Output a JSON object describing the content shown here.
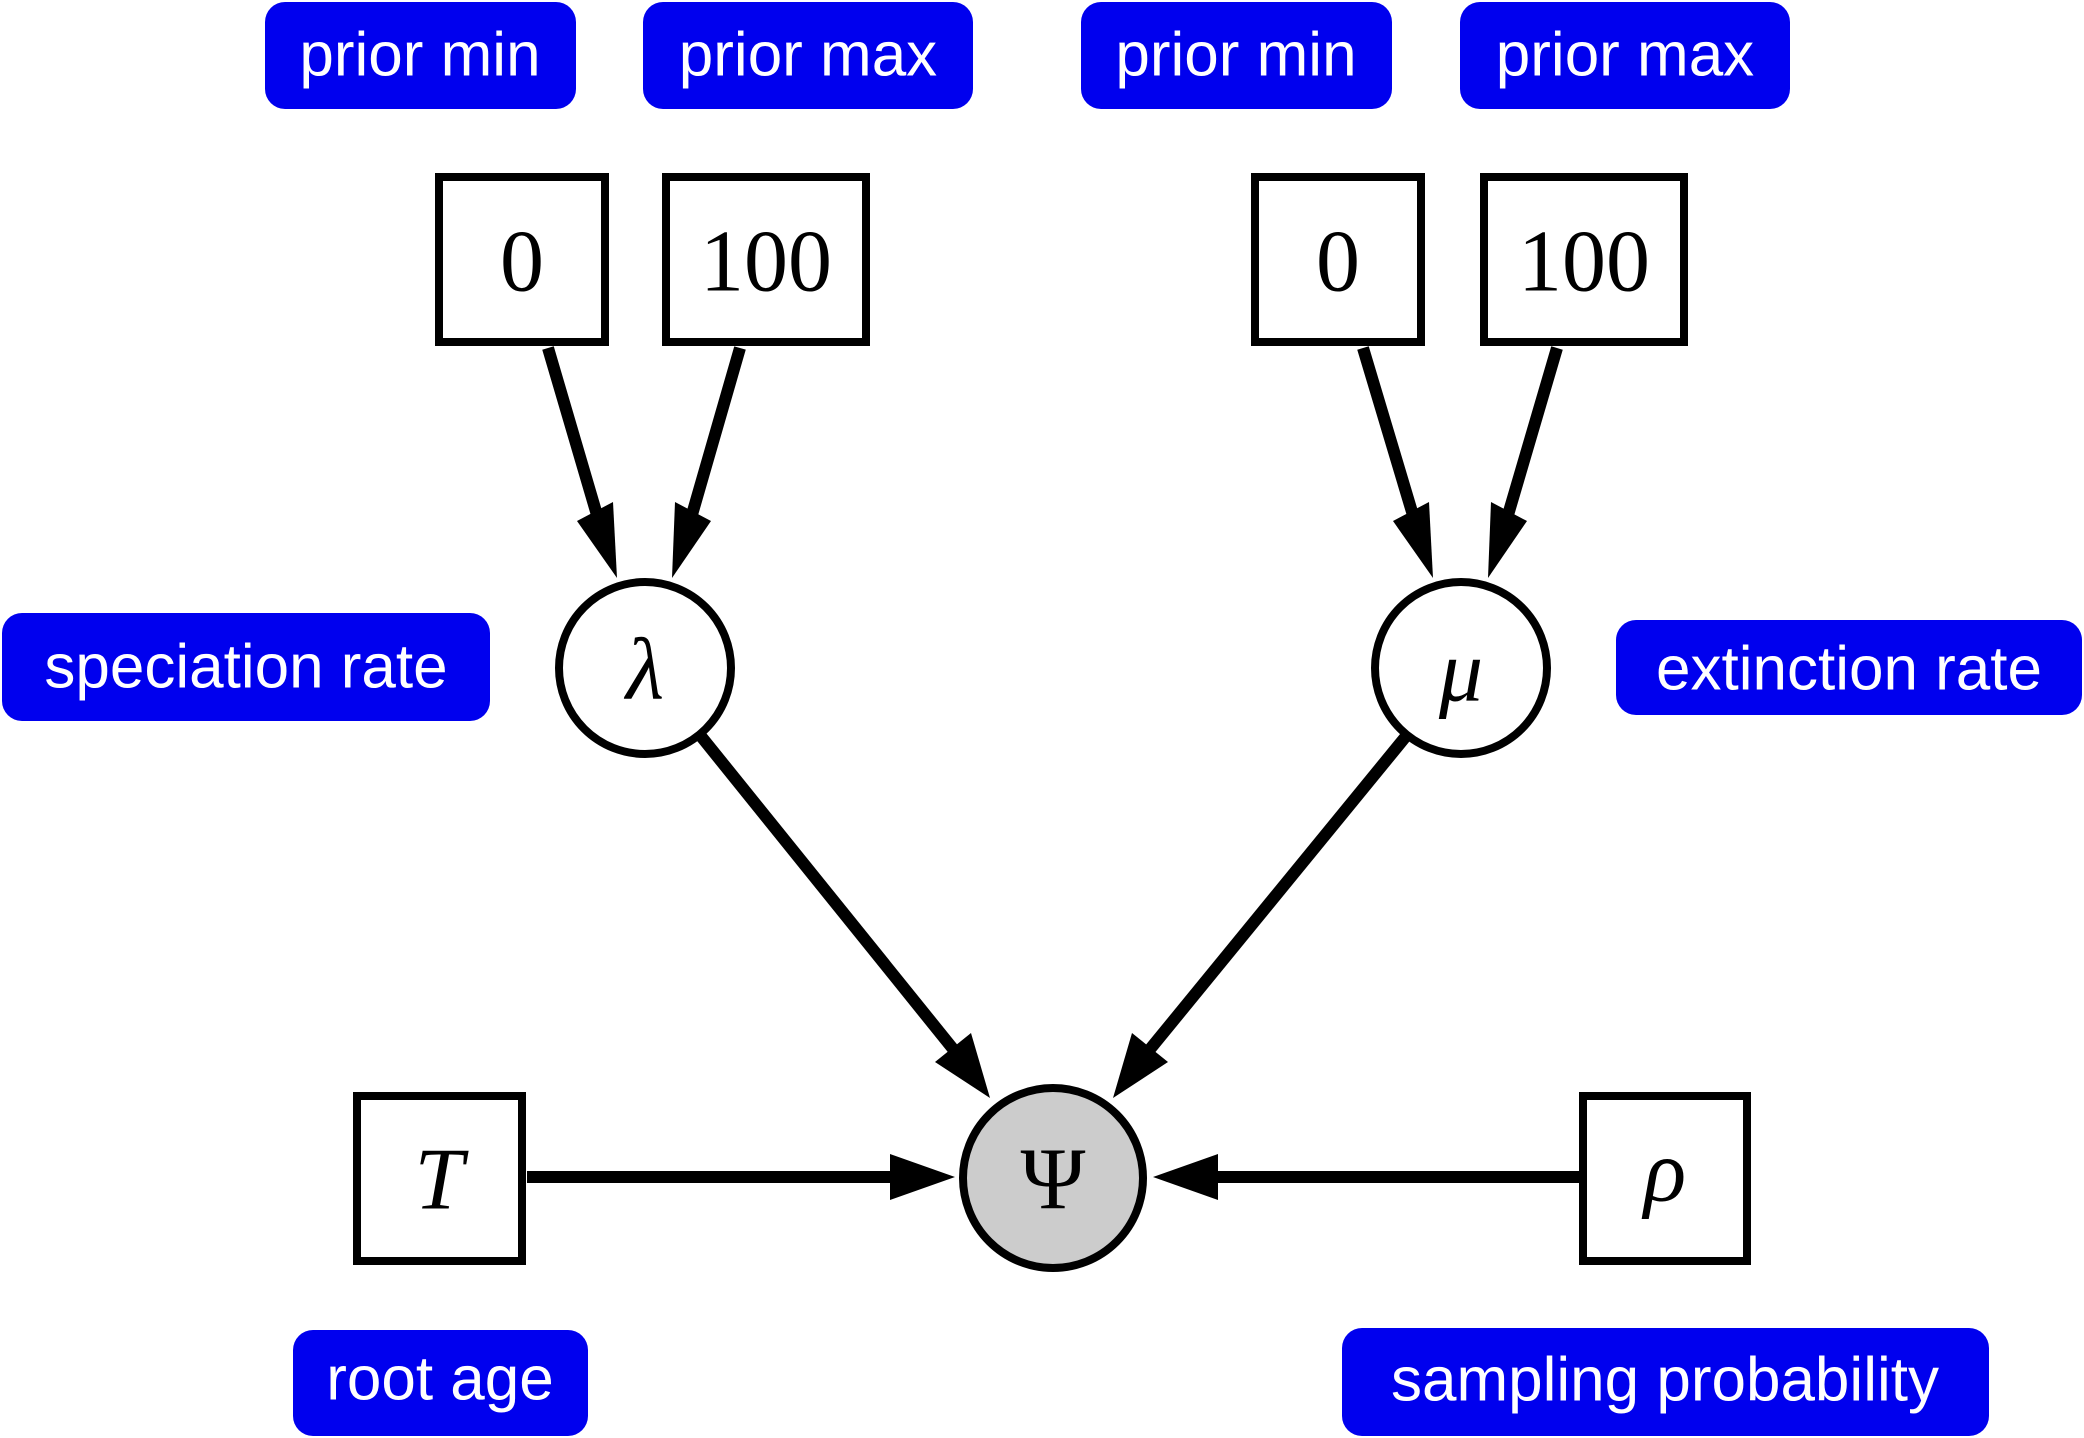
{
  "labels": {
    "prior_min_left": "prior min",
    "prior_max_left": "prior max",
    "prior_min_right": "prior min",
    "prior_max_right": "prior max",
    "speciation_rate": "speciation rate",
    "extinction_rate": "extinction rate",
    "root_age": "root age",
    "sampling_probability": "sampling probability"
  },
  "nodes": {
    "lambda_min": "0",
    "lambda_max": "100",
    "mu_min": "0",
    "mu_max": "100",
    "lambda": "λ",
    "mu": "μ",
    "psi": "Ψ",
    "root_age": "T",
    "rho": "ρ"
  },
  "colors": {
    "label_background": "#0000ee",
    "label_text": "#ffffff",
    "observed_node_fill": "#cccccc"
  }
}
